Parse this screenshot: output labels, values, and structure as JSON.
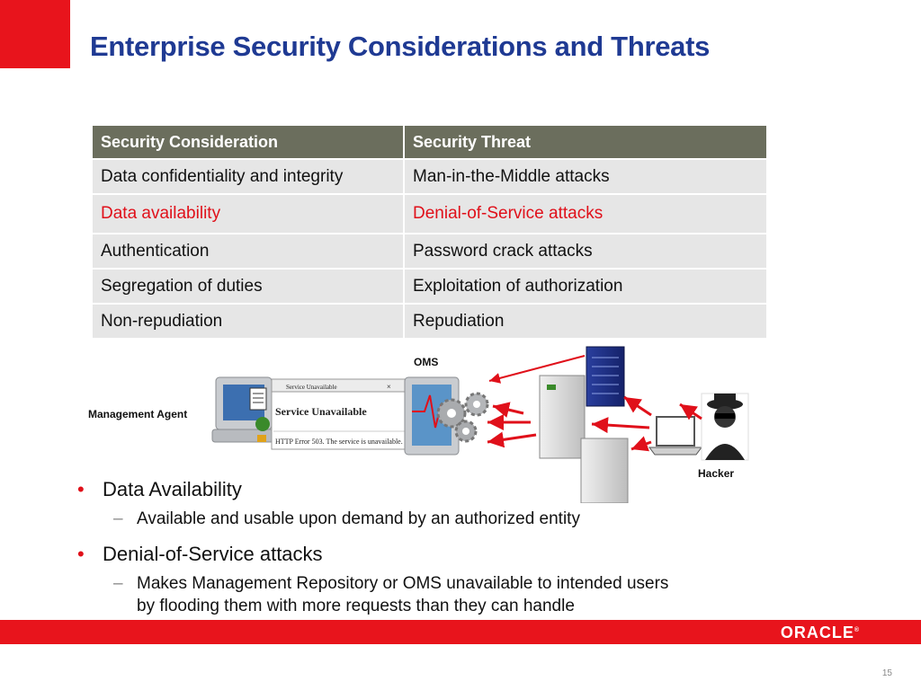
{
  "slide": {
    "title": "Enterprise Security Considerations and Threats",
    "page_number": "15",
    "brand": "ORACLE"
  },
  "table": {
    "headers": [
      "Security Consideration",
      "Security Threat"
    ],
    "rows": [
      {
        "consideration": "Data confidentiality and integrity",
        "threat": "Man-in-the-Middle attacks",
        "highlighted": false
      },
      {
        "consideration": "Data availability",
        "threat": "Denial-of-Service attacks",
        "highlighted": true
      },
      {
        "consideration": "Authentication",
        "threat": "Password crack attacks",
        "highlighted": false
      },
      {
        "consideration": "Segregation of duties",
        "threat": "Exploitation of authorization",
        "highlighted": false
      },
      {
        "consideration": "Non-repudiation",
        "threat": "Repudiation",
        "highlighted": false
      }
    ]
  },
  "diagram": {
    "agent_label": "Management Agent",
    "oms_label": "OMS",
    "hacker_label": "Hacker",
    "dialog_tab": "Service Unavailable",
    "dialog_heading": "Service Unavailable",
    "dialog_message": "HTTP Error 503. The service is unavailable."
  },
  "bullets": {
    "item1": "Data Availability",
    "item1_sub": "Available and usable upon demand by an authorized entity",
    "item2": "Denial-of-Service attacks",
    "item2_sub_line1": "Makes Management Repository or OMS unavailable to intended users",
    "item2_sub_line2": "by flooding them with more requests than they can handle"
  },
  "colors": {
    "accent_red": "#e8141c",
    "title_blue": "#1f3a93",
    "header_gray": "#6b6e5d",
    "cell_gray": "#e6e6e6"
  }
}
